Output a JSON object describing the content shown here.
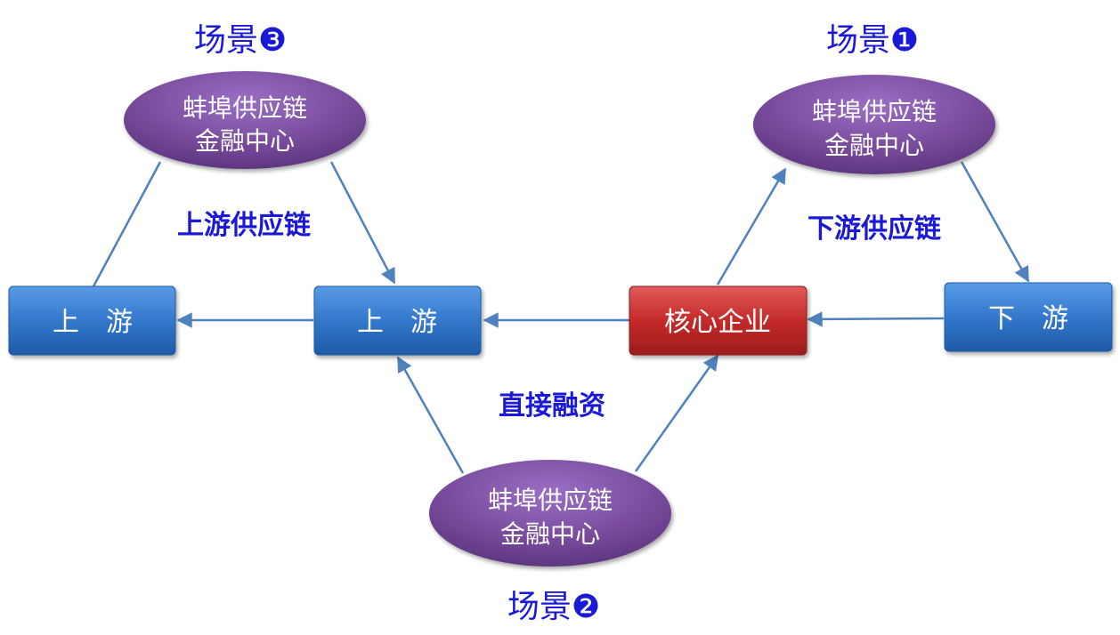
{
  "scenes": {
    "scene1": "场景❶",
    "scene2": "场景❷",
    "scene3": "场景❸"
  },
  "nodes": {
    "upstream_far": "上　游",
    "upstream_near": "上　游",
    "core_enterprise": "核心企业",
    "downstream": "下　游"
  },
  "centers": {
    "line1": "蚌埠供应链",
    "line2": "金融中心"
  },
  "labels": {
    "upstream_chain": "上游供应链",
    "downstream_chain": "下游供应链",
    "direct_financing": "直接融资"
  },
  "colors": {
    "blue_box": "#2f6fc2",
    "red_box": "#c42a2a",
    "ellipse": "#7a4d9e",
    "label_text": "#1a1ad6",
    "connector": "#4f81bd"
  }
}
